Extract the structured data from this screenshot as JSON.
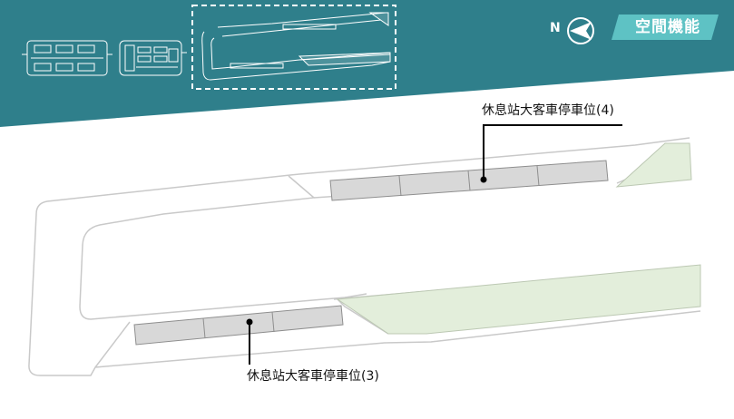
{
  "header": {
    "title": "空間機能",
    "north_label": "N",
    "colors": {
      "header_bg": "#2f7f8b",
      "badge_bg": "#5ec2c4",
      "white": "#ffffff"
    },
    "thumbnails": [
      {
        "name": "thumbnail-site-1"
      },
      {
        "name": "thumbnail-site-2"
      },
      {
        "name": "thumbnail-site-3",
        "selected": true
      }
    ]
  },
  "map": {
    "colors": {
      "outline": "#c9c9c9",
      "bay_fill": "#d8d8d8",
      "bay_stroke": "#8e8e8e",
      "green_fill": "#e3eedb",
      "green_stroke": "#bcc8b3",
      "leader": "#000000"
    },
    "bus_bays_4": {
      "label": "休息站大客車停車位(4)",
      "slot_count": 4
    },
    "bus_bays_3": {
      "label": "休息站大客車停車位(3)",
      "slot_count": 3
    }
  }
}
